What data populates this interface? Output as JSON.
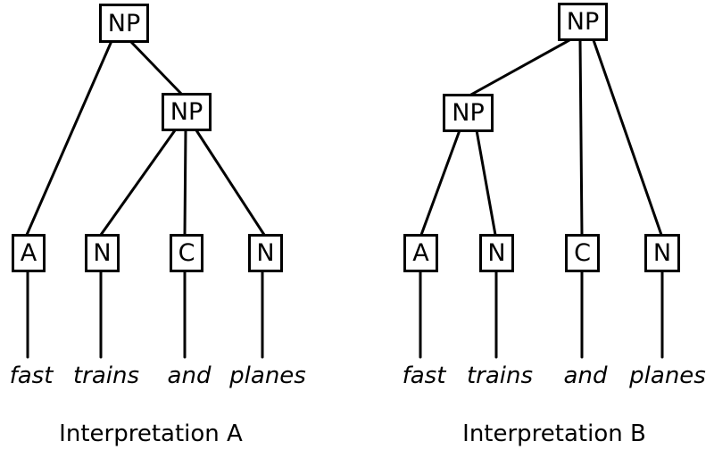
{
  "diagram": {
    "type": "syntax-parse-trees",
    "phrase": "fast trains and planes",
    "colors": {
      "background": "#ffffff",
      "line": "#000000",
      "text": "#000000"
    },
    "trees": [
      {
        "caption": "Interpretation A",
        "root": {
          "label": "NP",
          "children": [
            "A",
            "NP"
          ]
        },
        "inner": {
          "label": "NP",
          "children": [
            "N",
            "C",
            "N"
          ]
        },
        "leaves": [
          {
            "label": "A",
            "word": "fast"
          },
          {
            "label": "N",
            "word": "trains"
          },
          {
            "label": "C",
            "word": "and"
          },
          {
            "label": "N",
            "word": "planes"
          }
        ]
      },
      {
        "caption": "Interpretation B",
        "root": {
          "label": "NP",
          "children": [
            "NP",
            "C",
            "N"
          ]
        },
        "inner": {
          "label": "NP",
          "children": [
            "A",
            "N"
          ]
        },
        "leaves": [
          {
            "label": "A",
            "word": "fast"
          },
          {
            "label": "N",
            "word": "trains"
          },
          {
            "label": "C",
            "word": "and"
          },
          {
            "label": "N",
            "word": "planes"
          }
        ]
      }
    ]
  }
}
